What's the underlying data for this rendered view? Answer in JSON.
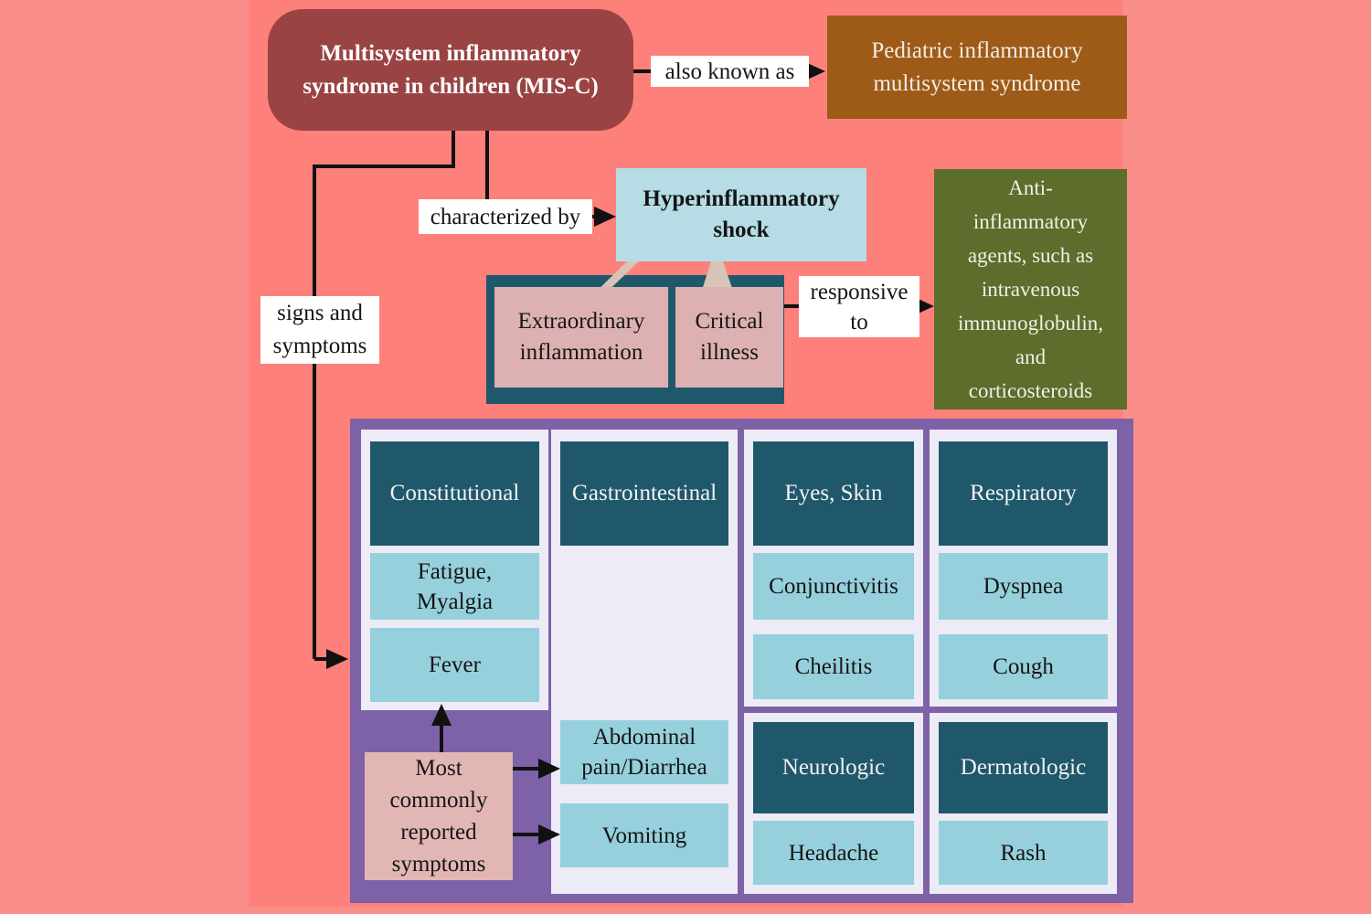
{
  "nodes": {
    "misc": {
      "lines": [
        "Multisystem inflammatory",
        "syndrome in children (MIS-C)"
      ]
    },
    "pims": {
      "lines": [
        "Pediatric inflammatory",
        "multisystem syndrome"
      ]
    },
    "hyper": {
      "lines": [
        "Hyperinflammatory",
        "shock"
      ]
    },
    "extraordinary": {
      "lines": [
        "Extraordinary",
        "inflammation"
      ]
    },
    "critical": {
      "lines": [
        "Critical",
        "illness"
      ]
    },
    "anti_inflammatory": {
      "lines": [
        "Anti-",
        "inflammatory",
        "agents, such as",
        "intravenous",
        "immunoglobulin,",
        "and",
        "corticosteroids"
      ]
    },
    "most_common": {
      "lines": [
        "Most",
        "commonly",
        "reported",
        "symptoms"
      ]
    }
  },
  "labels": {
    "also_known_as": "also known as",
    "characterized_by": "characterized by",
    "responsive_to": {
      "lines": [
        "responsive",
        "to"
      ]
    },
    "signs_symptoms": {
      "lines": [
        "signs and",
        "symptoms"
      ]
    }
  },
  "table": {
    "columns": [
      {
        "header": "Constitutional",
        "cells": [
          {
            "lines": [
              "Fatigue,",
              "Myalgia"
            ]
          },
          {
            "lines": [
              "Fever"
            ]
          }
        ]
      },
      {
        "header": "Gastrointestinal",
        "cells": [
          {
            "lines": [
              "Abdominal",
              "pain/Diarrhea"
            ]
          },
          {
            "lines": [
              "Vomiting"
            ]
          }
        ]
      },
      {
        "header": "Eyes, Skin",
        "cells": [
          {
            "lines": [
              "Conjunctivitis"
            ]
          },
          {
            "lines": [
              "Cheilitis"
            ]
          }
        ]
      },
      {
        "header": "Respiratory",
        "cells": [
          {
            "lines": [
              "Dyspnea"
            ]
          },
          {
            "lines": [
              "Cough"
            ]
          }
        ]
      },
      {
        "header": "Neurologic",
        "cells": [
          {
            "lines": [
              "Headache"
            ]
          }
        ]
      },
      {
        "header": "Dermatologic",
        "cells": [
          {
            "lines": [
              "Rash"
            ]
          }
        ]
      }
    ]
  },
  "colors": {
    "background_center": "#fe807b",
    "background_sides": "#fa8e89",
    "misc_box": "#9a4343",
    "pims_box": "#9e5a17",
    "hyper_box": "#b6dce6",
    "teal_dark": "#1f586b",
    "dusty_pink": "#ddb1b1",
    "most_common_pink": "#e2b6b3",
    "olive_green": "#5c6d2c",
    "purple_frame": "#7d62a8",
    "panel_lavender": "#edebf5",
    "cell_blue": "#95d0dc",
    "connector_black": "#111111",
    "callout_tan": "#d9c3b7",
    "label_bg": "#ffffff"
  }
}
